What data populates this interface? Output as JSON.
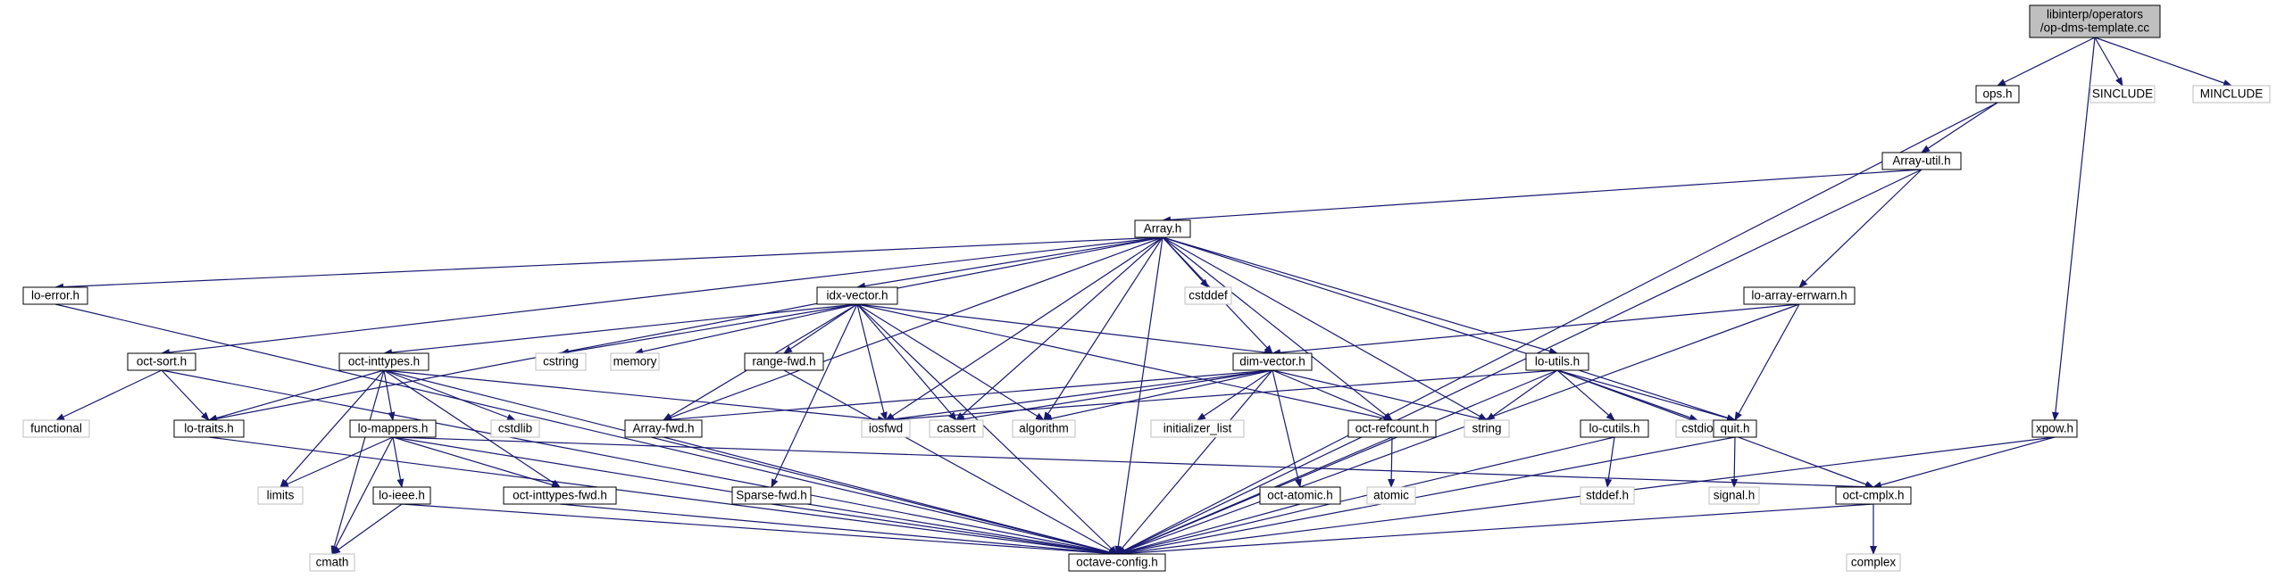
{
  "graph": {
    "root": "libinterp/operators/op-dms-template.cc",
    "colors": {
      "edge": "#191970",
      "box_border": "#000000",
      "external_border": "#bfbfbf",
      "root_fill": "#bfbfbf",
      "external_text": "#7f7f7f",
      "text": "#000000"
    },
    "nodes": [
      {
        "id": "root",
        "lines": [
          "libinterp/operators",
          "/op-dms-template.cc"
        ],
        "kind": "root"
      },
      {
        "id": "ops",
        "lines": [
          "ops.h"
        ],
        "kind": "header"
      },
      {
        "id": "sinclude",
        "lines": [
          "SINCLUDE"
        ],
        "kind": "external"
      },
      {
        "id": "minclude",
        "lines": [
          "MINCLUDE"
        ],
        "kind": "external"
      },
      {
        "id": "array_util",
        "lines": [
          "Array-util.h"
        ],
        "kind": "header"
      },
      {
        "id": "array",
        "lines": [
          "Array.h"
        ],
        "kind": "header"
      },
      {
        "id": "cstddef",
        "lines": [
          "cstddef"
        ],
        "kind": "external"
      },
      {
        "id": "lo_error",
        "lines": [
          "lo-error.h"
        ],
        "kind": "header"
      },
      {
        "id": "idx_vector",
        "lines": [
          "idx-vector.h"
        ],
        "kind": "header"
      },
      {
        "id": "lo_array_errwarn",
        "lines": [
          "lo-array-errwarn.h"
        ],
        "kind": "header"
      },
      {
        "id": "oct_sort",
        "lines": [
          "oct-sort.h"
        ],
        "kind": "header"
      },
      {
        "id": "oct_inttypes",
        "lines": [
          "oct-inttypes.h"
        ],
        "kind": "header"
      },
      {
        "id": "cstring",
        "lines": [
          "cstring"
        ],
        "kind": "external"
      },
      {
        "id": "memory",
        "lines": [
          "memory"
        ],
        "kind": "external"
      },
      {
        "id": "range_fwd",
        "lines": [
          "range-fwd.h"
        ],
        "kind": "header"
      },
      {
        "id": "dim_vector",
        "lines": [
          "dim-vector.h"
        ],
        "kind": "header"
      },
      {
        "id": "lo_utils",
        "lines": [
          "lo-utils.h"
        ],
        "kind": "header"
      },
      {
        "id": "xpow",
        "lines": [
          "xpow.h"
        ],
        "kind": "header"
      },
      {
        "id": "functional",
        "lines": [
          "functional"
        ],
        "kind": "external"
      },
      {
        "id": "lo_traits",
        "lines": [
          "lo-traits.h"
        ],
        "kind": "header"
      },
      {
        "id": "cstdlib",
        "lines": [
          "cstdlib"
        ],
        "kind": "external"
      },
      {
        "id": "lo_mappers",
        "lines": [
          "lo-mappers.h"
        ],
        "kind": "header"
      },
      {
        "id": "array_fwd",
        "lines": [
          "Array-fwd.h"
        ],
        "kind": "header"
      },
      {
        "id": "iosfwd",
        "lines": [
          "iosfwd"
        ],
        "kind": "external"
      },
      {
        "id": "cassert",
        "lines": [
          "cassert"
        ],
        "kind": "external"
      },
      {
        "id": "algorithm",
        "lines": [
          "algorithm"
        ],
        "kind": "external"
      },
      {
        "id": "initializer_list",
        "lines": [
          "initializer_list"
        ],
        "kind": "external"
      },
      {
        "id": "oct_refcount",
        "lines": [
          "oct-refcount.h"
        ],
        "kind": "header"
      },
      {
        "id": "string",
        "lines": [
          "string"
        ],
        "kind": "external"
      },
      {
        "id": "lo_cutils",
        "lines": [
          "lo-cutils.h"
        ],
        "kind": "header"
      },
      {
        "id": "cstdio",
        "lines": [
          "cstdio"
        ],
        "kind": "external"
      },
      {
        "id": "quit",
        "lines": [
          "quit.h"
        ],
        "kind": "header"
      },
      {
        "id": "limits",
        "lines": [
          "limits"
        ],
        "kind": "external"
      },
      {
        "id": "lo_ieee",
        "lines": [
          "lo-ieee.h"
        ],
        "kind": "header"
      },
      {
        "id": "oct_inttypes_fwd",
        "lines": [
          "oct-inttypes-fwd.h"
        ],
        "kind": "header"
      },
      {
        "id": "sparse_fwd",
        "lines": [
          "Sparse-fwd.h"
        ],
        "kind": "header"
      },
      {
        "id": "oct_atomic",
        "lines": [
          "oct-atomic.h"
        ],
        "kind": "header"
      },
      {
        "id": "atomic",
        "lines": [
          "atomic"
        ],
        "kind": "external"
      },
      {
        "id": "stddef",
        "lines": [
          "stddef.h"
        ],
        "kind": "external"
      },
      {
        "id": "signal",
        "lines": [
          "signal.h"
        ],
        "kind": "external"
      },
      {
        "id": "oct_cmplx",
        "lines": [
          "oct-cmplx.h"
        ],
        "kind": "header"
      },
      {
        "id": "cmath",
        "lines": [
          "cmath"
        ],
        "kind": "external"
      },
      {
        "id": "octave_config",
        "lines": [
          "octave-config.h"
        ],
        "kind": "header"
      },
      {
        "id": "complex",
        "lines": [
          "complex"
        ],
        "kind": "external"
      }
    ],
    "edges": [
      [
        "root",
        "ops"
      ],
      [
        "root",
        "sinclude"
      ],
      [
        "root",
        "minclude"
      ],
      [
        "root",
        "xpow"
      ],
      [
        "ops",
        "array_util"
      ],
      [
        "ops",
        "octave_config"
      ],
      [
        "array_util",
        "array"
      ],
      [
        "array_util",
        "lo_array_errwarn"
      ],
      [
        "array_util",
        "octave_config"
      ],
      [
        "array",
        "lo_error"
      ],
      [
        "array",
        "oct_sort"
      ],
      [
        "array",
        "lo_traits"
      ],
      [
        "array",
        "idx_vector"
      ],
      [
        "array",
        "array_fwd"
      ],
      [
        "array",
        "iosfwd"
      ],
      [
        "array",
        "cassert"
      ],
      [
        "array",
        "algorithm"
      ],
      [
        "array",
        "cstddef"
      ],
      [
        "array",
        "dim_vector"
      ],
      [
        "array",
        "oct_refcount"
      ],
      [
        "array",
        "octave_config"
      ],
      [
        "array",
        "string"
      ],
      [
        "array",
        "lo_utils"
      ],
      [
        "array",
        "quit"
      ],
      [
        "lo_error",
        "octave_config"
      ],
      [
        "oct_sort",
        "functional"
      ],
      [
        "oct_sort",
        "lo_traits"
      ],
      [
        "oct_sort",
        "octave_config"
      ],
      [
        "idx_vector",
        "oct_inttypes"
      ],
      [
        "idx_vector",
        "array_fwd"
      ],
      [
        "idx_vector",
        "cstring"
      ],
      [
        "idx_vector",
        "memory"
      ],
      [
        "idx_vector",
        "range_fwd"
      ],
      [
        "idx_vector",
        "sparse_fwd"
      ],
      [
        "idx_vector",
        "iosfwd"
      ],
      [
        "idx_vector",
        "cassert"
      ],
      [
        "idx_vector",
        "algorithm"
      ],
      [
        "idx_vector",
        "dim_vector"
      ],
      [
        "idx_vector",
        "oct_refcount"
      ],
      [
        "idx_vector",
        "octave_config"
      ],
      [
        "lo_array_errwarn",
        "dim_vector"
      ],
      [
        "lo_array_errwarn",
        "quit"
      ],
      [
        "lo_array_errwarn",
        "octave_config"
      ],
      [
        "oct_inttypes",
        "lo_traits"
      ],
      [
        "oct_inttypes",
        "lo_mappers"
      ],
      [
        "oct_inttypes",
        "cstdlib"
      ],
      [
        "oct_inttypes",
        "limits"
      ],
      [
        "oct_inttypes",
        "cmath"
      ],
      [
        "oct_inttypes",
        "iosfwd"
      ],
      [
        "oct_inttypes",
        "oct_inttypes_fwd"
      ],
      [
        "oct_inttypes",
        "octave_config"
      ],
      [
        "range_fwd",
        "octave_config"
      ],
      [
        "dim_vector",
        "array_fwd"
      ],
      [
        "dim_vector",
        "iosfwd"
      ],
      [
        "dim_vector",
        "cassert"
      ],
      [
        "dim_vector",
        "algorithm"
      ],
      [
        "dim_vector",
        "initializer_list"
      ],
      [
        "dim_vector",
        "oct_refcount"
      ],
      [
        "dim_vector",
        "string"
      ],
      [
        "dim_vector",
        "oct_atomic"
      ],
      [
        "dim_vector",
        "octave_config"
      ],
      [
        "lo_utils",
        "iosfwd"
      ],
      [
        "lo_utils",
        "string"
      ],
      [
        "lo_utils",
        "lo_cutils"
      ],
      [
        "lo_utils",
        "cstdio"
      ],
      [
        "lo_utils",
        "quit"
      ],
      [
        "lo_utils",
        "oct_cmplx"
      ],
      [
        "lo_utils",
        "octave_config"
      ],
      [
        "xpow",
        "oct_cmplx"
      ],
      [
        "xpow",
        "octave_config"
      ],
      [
        "lo_traits",
        "octave_config"
      ],
      [
        "lo_mappers",
        "limits"
      ],
      [
        "lo_mappers",
        "cmath"
      ],
      [
        "lo_mappers",
        "lo_ieee"
      ],
      [
        "lo_mappers",
        "oct_inttypes_fwd"
      ],
      [
        "lo_mappers",
        "oct_cmplx"
      ],
      [
        "lo_mappers",
        "octave_config"
      ],
      [
        "array_fwd",
        "octave_config"
      ],
      [
        "oct_refcount",
        "atomic"
      ],
      [
        "oct_refcount",
        "octave_config"
      ],
      [
        "lo_cutils",
        "stddef"
      ],
      [
        "lo_cutils",
        "octave_config"
      ],
      [
        "quit",
        "signal"
      ],
      [
        "quit",
        "octave_config"
      ],
      [
        "lo_ieee",
        "cmath"
      ],
      [
        "lo_ieee",
        "octave_config"
      ],
      [
        "oct_inttypes_fwd",
        "octave_config"
      ],
      [
        "sparse_fwd",
        "octave_config"
      ],
      [
        "oct_atomic",
        "octave_config"
      ],
      [
        "oct_cmplx",
        "complex"
      ],
      [
        "oct_cmplx",
        "octave_config"
      ]
    ]
  }
}
